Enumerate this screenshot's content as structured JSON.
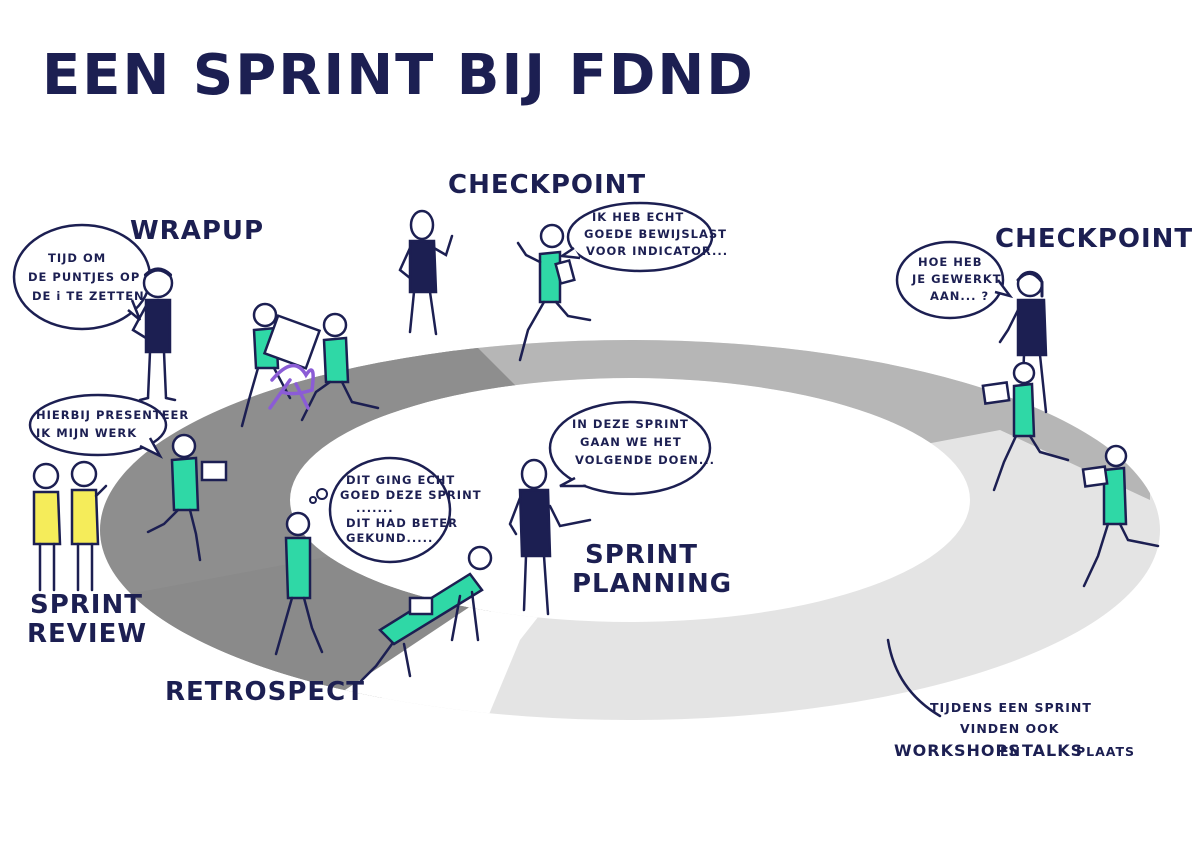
{
  "title": "EEN SPRINT BIJ FDND",
  "labels": {
    "wrapup": "WRAPUP",
    "checkpoint_1": "CHECKPOINT",
    "checkpoint_2": "CHECKPOINT",
    "sprint_planning_1": "SPRINT",
    "sprint_planning_2": "PLANNING",
    "sprint_review_1": "SPRINT",
    "sprint_review_2": "REVIEW",
    "retrospect": "RETROSPECT"
  },
  "bubbles": {
    "wrapup": [
      "TIJD OM",
      "DE PUNTJES OP",
      "DE  i  TE ZETTEN"
    ],
    "review": [
      "HIERBIJ PRESENTEER",
      "IK MIJN WERK"
    ],
    "checkpoint_1": [
      "IK HEB ECHT",
      "GOEDE BEWIJSLAST",
      "VOOR INDICATOR..."
    ],
    "checkpoint_2": [
      "HOE HEB",
      "JE GEWERKT",
      "AAN... ?"
    ],
    "planning": [
      "IN DEZE SPRINT",
      "GAAN WE HET",
      "VOLGENDE DOEN..."
    ],
    "retrospect": [
      "DIT GING ECHT",
      "GOED DEZE SPRINT",
      ".......",
      "DIT HAD BETER",
      "GEKUND....."
    ]
  },
  "footnote": {
    "line1": "TIJDENS EEN SPRINT",
    "line2": "VINDEN OOK",
    "workshops": "WORKSHOPS",
    "en": "EN",
    "talks": "TALKS",
    "plaats": "PLAATS"
  },
  "colors": {
    "ink": "#1c1f52",
    "teal": "#2fd8a6",
    "yellow": "#f5ec5a",
    "purple": "#8b5cd6",
    "ring_dark": "#8c8c8c",
    "ring_mid": "#b4b4b4",
    "ring_light": "#dadada",
    "ring_lighter": "#e4e4e4"
  }
}
